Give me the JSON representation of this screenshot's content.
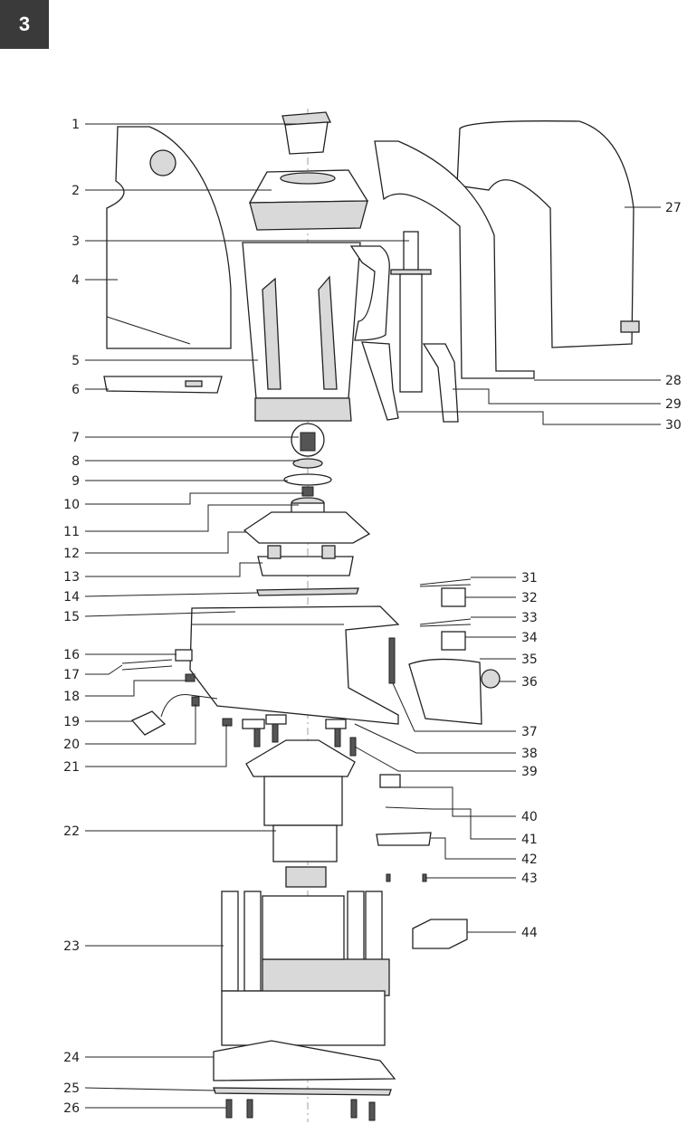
{
  "page": {
    "number": "3"
  },
  "callouts": [
    "1",
    "2",
    "3",
    "4",
    "5",
    "6",
    "7",
    "8",
    "9",
    "10",
    "11",
    "12",
    "13",
    "14",
    "15",
    "16",
    "17",
    "18",
    "19",
    "20",
    "21",
    "22",
    "23",
    "24",
    "25",
    "26",
    "27",
    "28",
    "29",
    "30",
    "31",
    "32",
    "33",
    "34",
    "35",
    "36",
    "37",
    "38",
    "39",
    "40",
    "41",
    "42",
    "43",
    "44"
  ],
  "colors": {
    "badge_bg": "#3a3a3a",
    "badge_text": "#ffffff",
    "line": "#222222"
  }
}
